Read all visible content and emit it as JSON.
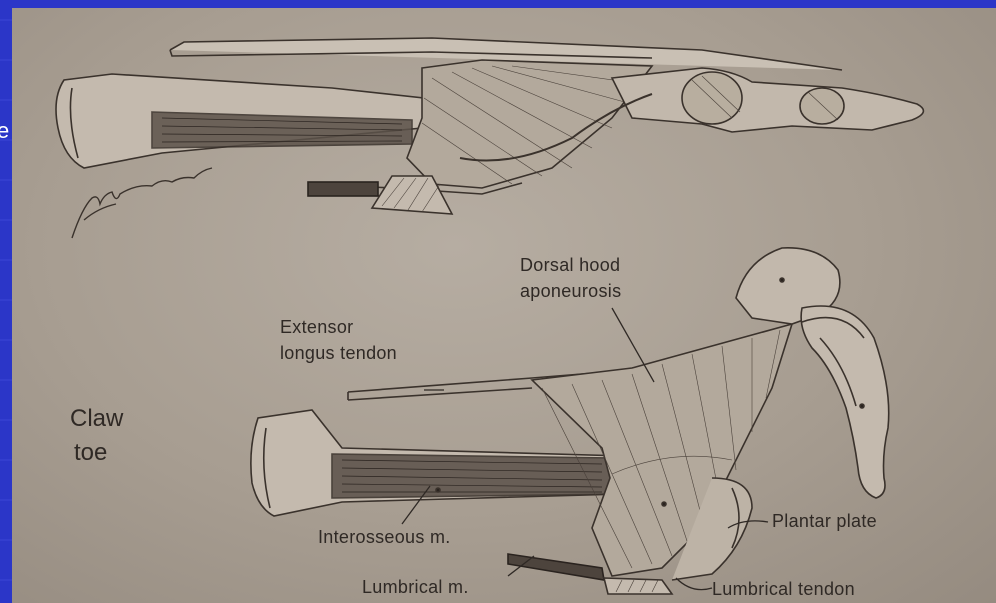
{
  "slide": {
    "edge_text": "e",
    "colors": {
      "background": "#2b36c8",
      "paper": "#aca397",
      "ink": "#2f2925"
    }
  },
  "figure": {
    "title_line1": "Claw",
    "title_line2": "toe",
    "labels": {
      "dorsal_hood_line1": "Dorsal hood",
      "dorsal_hood_line2": "aponeurosis",
      "extensor_line1": "Extensor",
      "extensor_line2": "longus  tendon",
      "interosseous": "Interosseous  m.",
      "lumbrical_m": "Lumbrical m.",
      "plantar_plate": "Plantar plate",
      "lumbrical_tendon": "Lumbrical  tendon"
    },
    "signature_icon": "artist-signature"
  }
}
